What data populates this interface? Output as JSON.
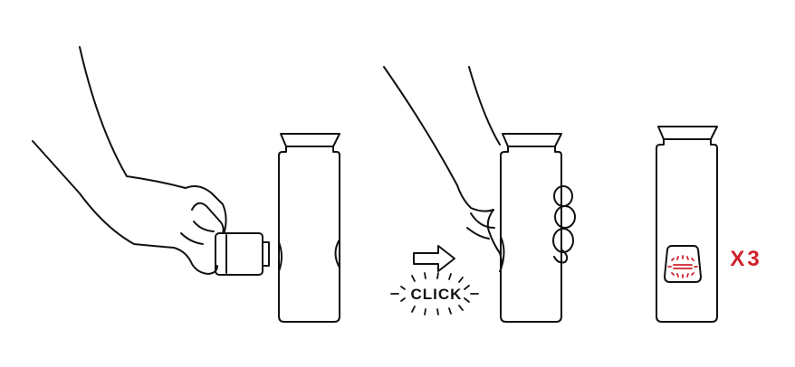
{
  "steps": [
    {
      "id": 1,
      "content": "hand-inserting-cartridge"
    },
    {
      "id": 2,
      "content": "hand-pressing-click",
      "label": "CLICK"
    },
    {
      "id": 3,
      "content": "indicator-light",
      "label": "X3"
    }
  ],
  "colors": {
    "stroke": "#111111",
    "accent": "#d0202a",
    "background": "#ffffff"
  }
}
